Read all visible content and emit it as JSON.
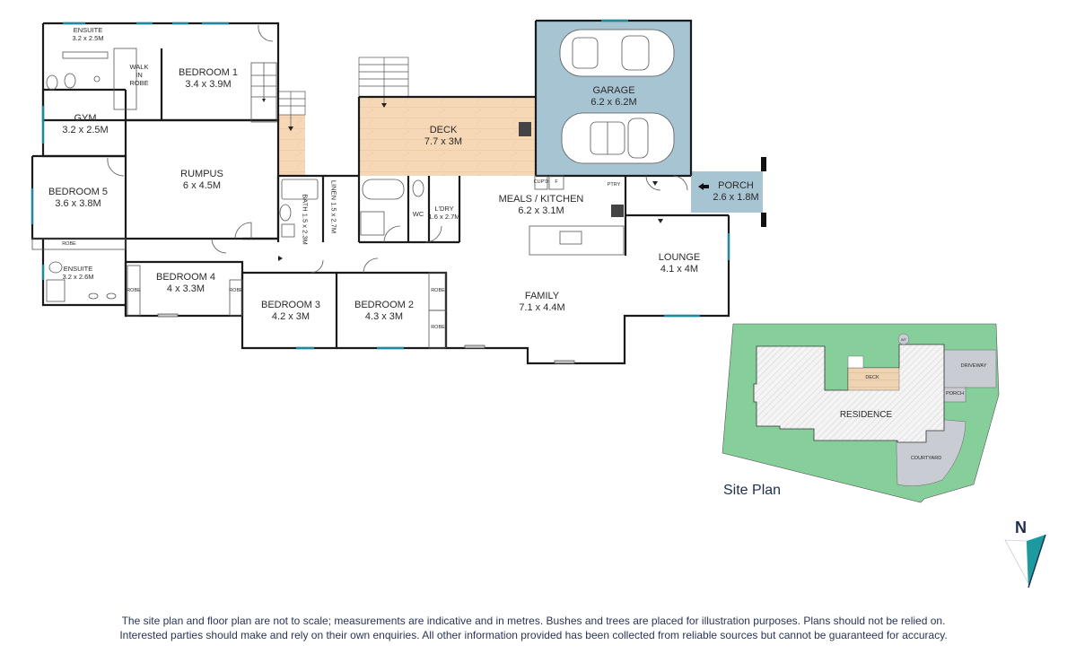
{
  "floor_plan": {
    "rooms": [
      {
        "id": "ensuite1",
        "name": "ENSUITE",
        "size": "3.2 x 2.5M"
      },
      {
        "id": "walk_in_robe",
        "name": "WALK\nIN\nROBE",
        "size": ""
      },
      {
        "id": "bedroom1",
        "name": "BEDROOM 1",
        "size": "3.4 x 3.9M"
      },
      {
        "id": "gym",
        "name": "GYM",
        "size": "3.2 x 2.5M"
      },
      {
        "id": "rumpus",
        "name": "RUMPUS",
        "size": "6 x 4.5M"
      },
      {
        "id": "bedroom5",
        "name": "BEDROOM 5",
        "size": "3.6 x 3.8M"
      },
      {
        "id": "ensuite2",
        "name": "ENSUITE",
        "size": "3.2 x 2.6M"
      },
      {
        "id": "bedroom4",
        "name": "BEDROOM 4",
        "size": "4 x 3.3M"
      },
      {
        "id": "bedroom3",
        "name": "BEDROOM 3",
        "size": "4.2 x 3M"
      },
      {
        "id": "bedroom2",
        "name": "BEDROOM 2",
        "size": "4.3 x 3M"
      },
      {
        "id": "deck",
        "name": "DECK",
        "size": "7.7 x 3M"
      },
      {
        "id": "garage",
        "name": "GARAGE",
        "size": "6.2 x 6.2M"
      },
      {
        "id": "porch",
        "name": "PORCH",
        "size": "2.6 x 1.8M"
      },
      {
        "id": "meals_kitchen",
        "name": "MEALS / KITCHEN",
        "size": "6.2 x 3.1M"
      },
      {
        "id": "lounge",
        "name": "LOUNGE",
        "size": "4.1 x 4M"
      },
      {
        "id": "family",
        "name": "FAMILY",
        "size": "7.1 x 4.4M"
      },
      {
        "id": "linen",
        "name": "LINEN",
        "size": "1.5 x 2.7M"
      },
      {
        "id": "bath",
        "name": "BATH",
        "size": "1.5 x 2.3M"
      },
      {
        "id": "wc",
        "name": "WC",
        "size": ""
      },
      {
        "id": "laundry",
        "name": "L'DRY",
        "size": "1.6 x 2.7M"
      }
    ],
    "small_labels": {
      "robe": "ROBE",
      "cupboard": "CUP'D",
      "fridge": "F",
      "pantry": "PTRY"
    }
  },
  "site_plan": {
    "title": "Site Plan",
    "labels": {
      "residence": "RESIDENCE",
      "deck": "DECK",
      "driveway": "DRIVEWAY",
      "porch": "PORCH",
      "courtyard": "COURTYARD",
      "water_tank": "WT"
    },
    "colors": {
      "lawn": "#86cf9b",
      "paving": "#c9ccd3",
      "deck": "#efd4b4"
    }
  },
  "compass": {
    "label": "N",
    "accent": "#1b9aa0",
    "dark": "#1f2d4d"
  },
  "colors": {
    "garage": "#a7c4d3",
    "deck": "#f7d8b6",
    "walls": "#1a1a1a",
    "windows": "#1e8aa0"
  },
  "disclaimer": {
    "line1": "The site plan and floor plan are not to scale; measurements are indicative and in metres. Bushes and trees are placed for illustration purposes. Plans should not be relied on.",
    "line2": "Interested parties should make and rely on their own enquiries. All other information provided has been collected from reliable sources but cannot be guaranteed for accuracy."
  }
}
